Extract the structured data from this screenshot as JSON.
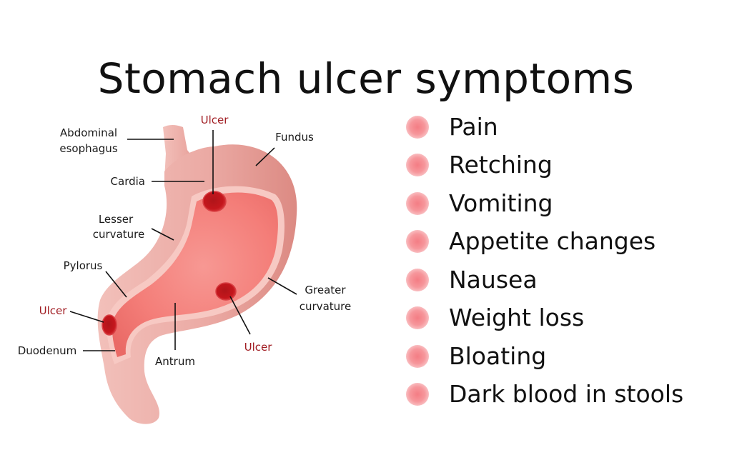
{
  "title": "Stomach ulcer symptoms",
  "diagram": {
    "labels": {
      "abdominal_esophagus_line1": "Abdominal",
      "abdominal_esophagus_line2": "esophagus",
      "cardia": "Cardia",
      "lesser_curvature_line1": "Lesser",
      "lesser_curvature_line2": "curvature",
      "pylorus": "Pylorus",
      "ulcer_top": "Ulcer",
      "ulcer_left": "Ulcer",
      "ulcer_bottom": "Ulcer",
      "duodenum": "Duodenum",
      "antrum": "Antrum",
      "fundus": "Fundus",
      "greater_curvature_line1": "Greater",
      "greater_curvature_line2": "curvature"
    },
    "colors": {
      "stomach_outer": "#ebaaa4",
      "stomach_inner": "#f47e79",
      "stomach_lining": "#f7c9c3",
      "ulcer": "#c4161c",
      "ulcer_label": "#a01c22",
      "leader_line": "#111111"
    }
  },
  "symptoms": [
    {
      "label": "Pain"
    },
    {
      "label": "Retching"
    },
    {
      "label": "Vomiting"
    },
    {
      "label": "Appetite changes"
    },
    {
      "label": "Nausea"
    },
    {
      "label": "Weight loss"
    },
    {
      "label": "Bloating"
    },
    {
      "label": "Dark blood in stools"
    }
  ]
}
